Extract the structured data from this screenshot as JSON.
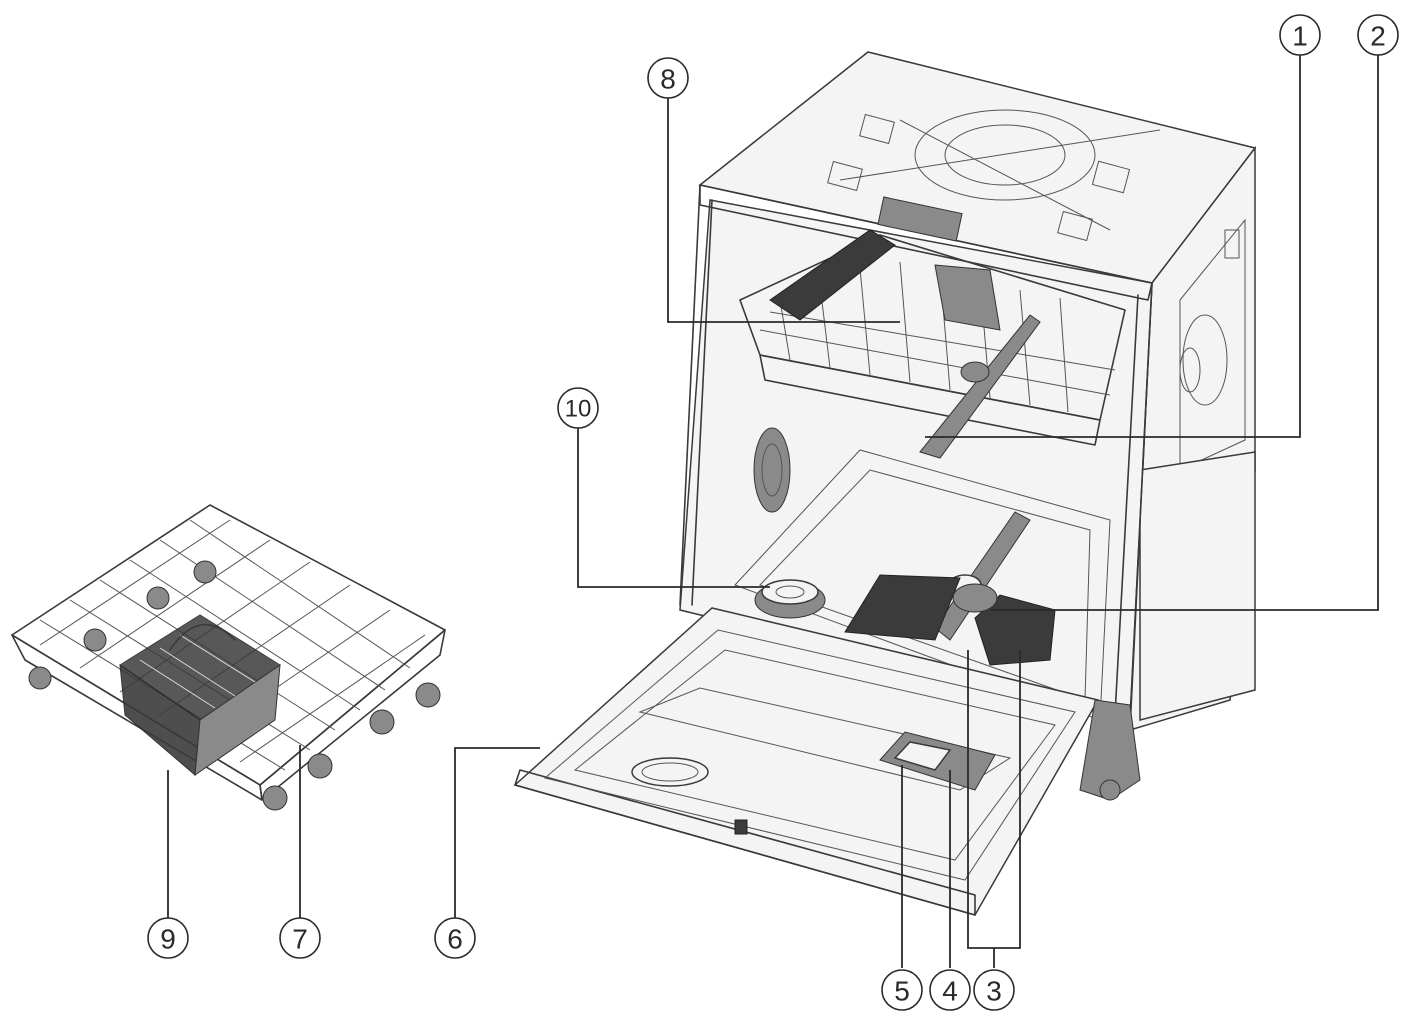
{
  "diagram": {
    "callouts": [
      {
        "id": "1",
        "label": "1"
      },
      {
        "id": "2",
        "label": "2"
      },
      {
        "id": "3",
        "label": "3"
      },
      {
        "id": "4",
        "label": "4"
      },
      {
        "id": "5",
        "label": "5"
      },
      {
        "id": "6",
        "label": "6"
      },
      {
        "id": "7",
        "label": "7"
      },
      {
        "id": "8",
        "label": "8"
      },
      {
        "id": "9",
        "label": "9"
      },
      {
        "id": "10",
        "label": "10"
      }
    ],
    "colors": {
      "line": "#3a3a3a",
      "fill": "#ffffff",
      "filter_mesh": "#3b3b3b"
    }
  }
}
